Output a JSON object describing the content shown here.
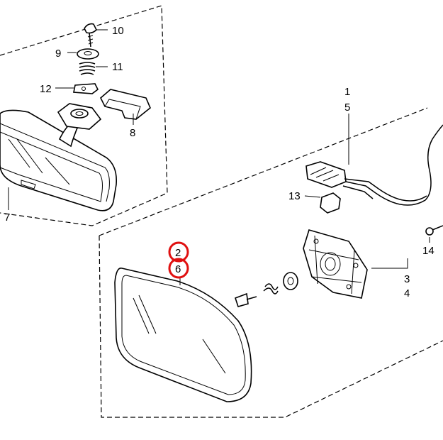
{
  "callouts": {
    "p1": "1",
    "p2": "2",
    "p3": "3",
    "p4": "4",
    "p5": "5",
    "p6": "6",
    "p7": "7",
    "p8": "8",
    "p9": "9",
    "p10": "10",
    "p11": "11",
    "p12": "12",
    "p13": "13",
    "p14": "14"
  },
  "highlight_color": "#e01010",
  "highlighted_callouts": [
    "2",
    "6"
  ]
}
